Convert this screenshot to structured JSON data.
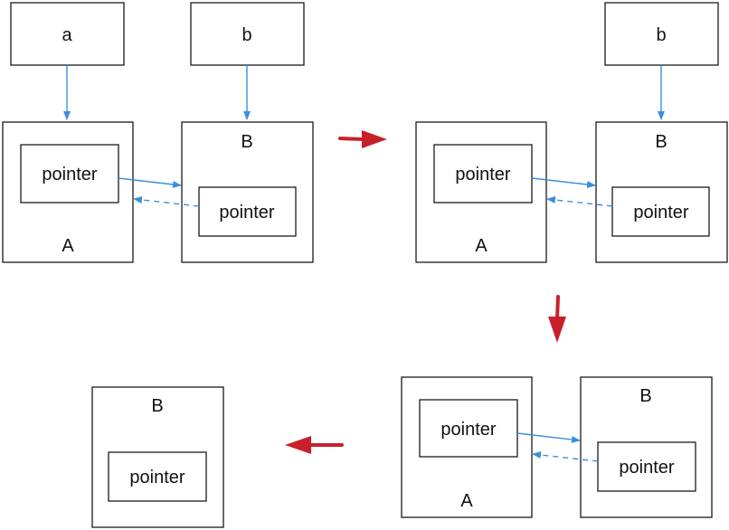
{
  "labels": {
    "var_a": "a",
    "var_b": "b",
    "obj_a": "A",
    "obj_b": "B",
    "pointer": "pointer"
  },
  "colors": {
    "reference_arrow": "#3b8fd9",
    "transition_arrow": "#c8202a",
    "box_stroke": "#1a1a1a"
  }
}
